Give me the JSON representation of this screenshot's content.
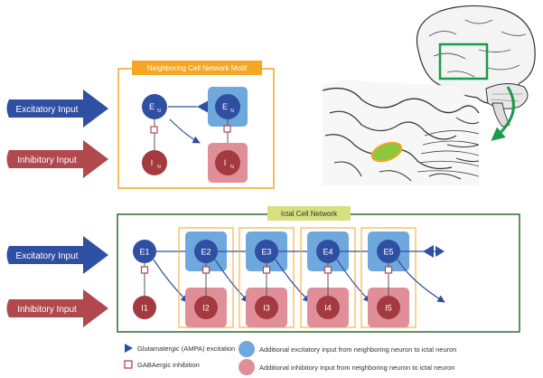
{
  "inputs": {
    "excitatory": "Excitatory Input",
    "inhibitory": "Inhibitory Input"
  },
  "motif": {
    "title": "Neighboring Cell Network Motif",
    "e_left": "E",
    "e_sub": "N",
    "e_right": "E",
    "i_left": "I",
    "i_sub": "N",
    "i_right": "I"
  },
  "ictal": {
    "title": "Ictal Cell Network",
    "excitatory": [
      "E1",
      "E2",
      "E3",
      "E4",
      "E5"
    ],
    "inhibitory": [
      "I1",
      "I2",
      "I3",
      "I4",
      "I5"
    ]
  },
  "legend": {
    "glut": "Glutamatergic (AMPA) excitation",
    "gaba": "GABAergic inhibition",
    "add_exc": "Additional excitatory input from neighboring neuron to ictal neuron",
    "add_inh": "Additional inhibitory input from neighboring neuron to ictal neuron"
  },
  "colors": {
    "neuron_blue": "#2f4fa3",
    "exc_box": "#6fa8dc",
    "inh_box": "#e08f99",
    "neuron_red": "#a33a3f",
    "orange": "#f5a623",
    "green": "#2d6a2d",
    "label_yellow": "#d7df7f",
    "arrow_blue": "#2f4fa3",
    "arrow_red": "#b0484e"
  }
}
